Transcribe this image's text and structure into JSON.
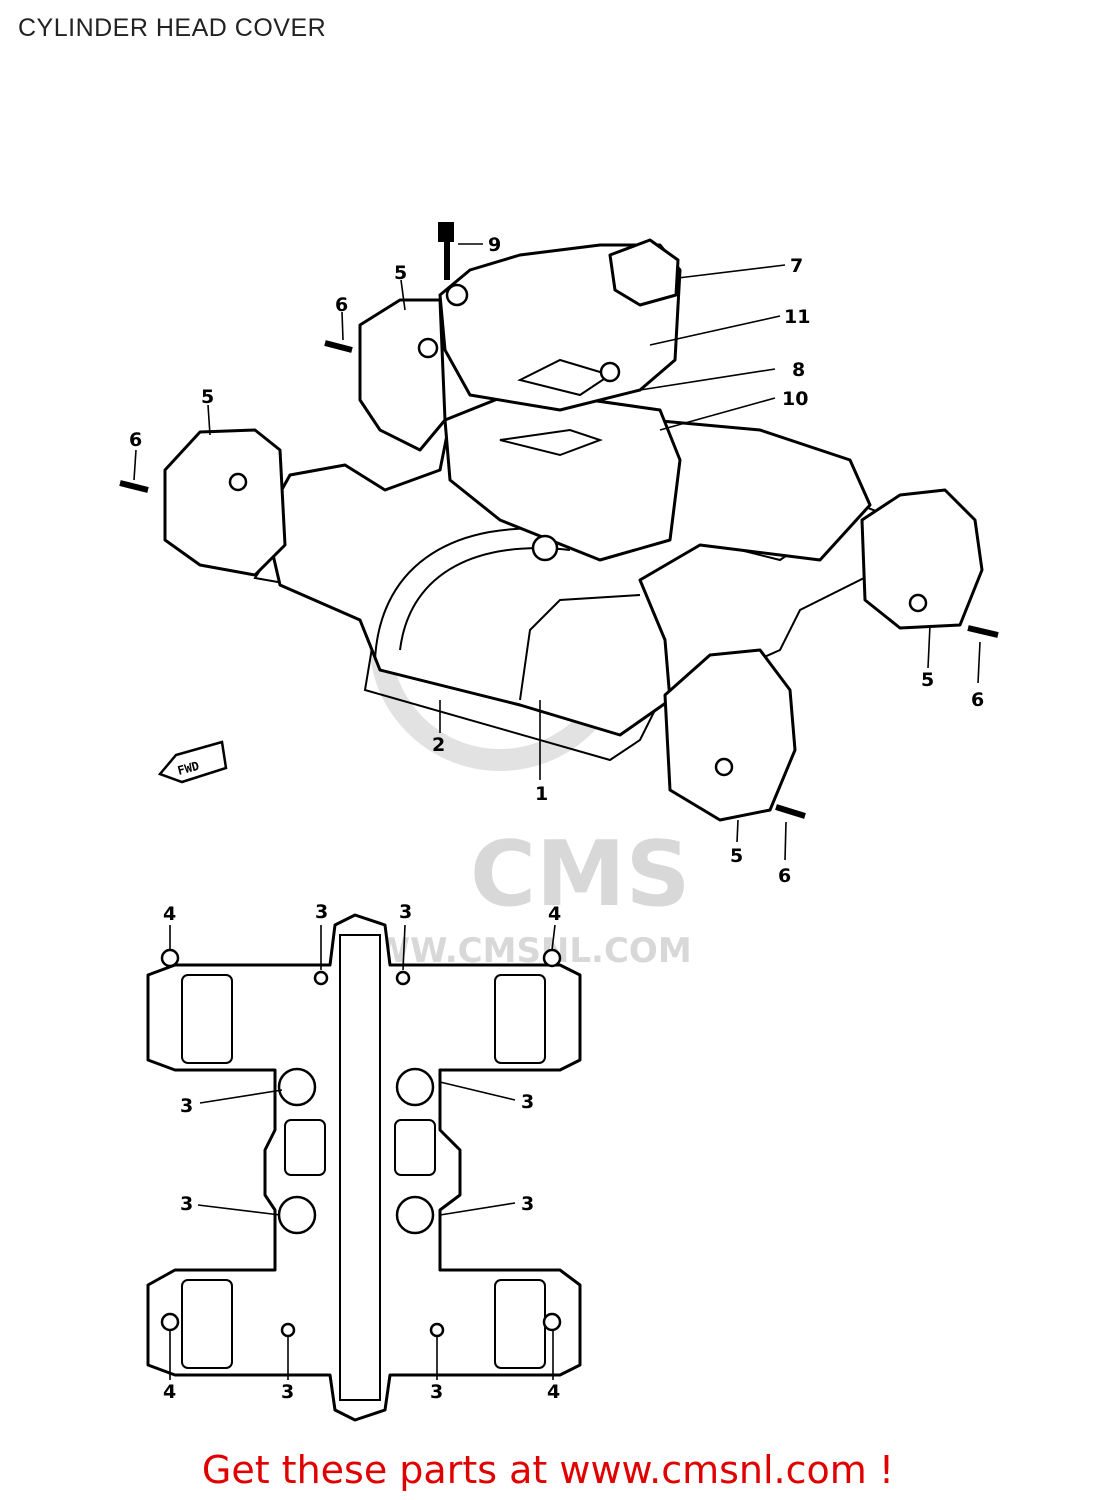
{
  "title": "CYLINDER HEAD COVER",
  "footer_text": "Get these parts at www.cmsnl.com !",
  "watermark": {
    "brand": "CMS",
    "url": "WWW.CMSNL.COM"
  },
  "direction_badge": "FWD",
  "callouts_top": [
    "9",
    "7",
    "11",
    "8",
    "10",
    "5",
    "6",
    "5",
    "6",
    "5",
    "6",
    "5",
    "6",
    "2",
    "1"
  ],
  "callouts_bottom": [
    "4",
    "3",
    "3",
    "4",
    "3",
    "3",
    "3",
    "3",
    "4",
    "3",
    "3",
    "4"
  ],
  "colors": {
    "footer": "#e00000",
    "line": "#000000",
    "watermark": "#d8d8d8"
  }
}
